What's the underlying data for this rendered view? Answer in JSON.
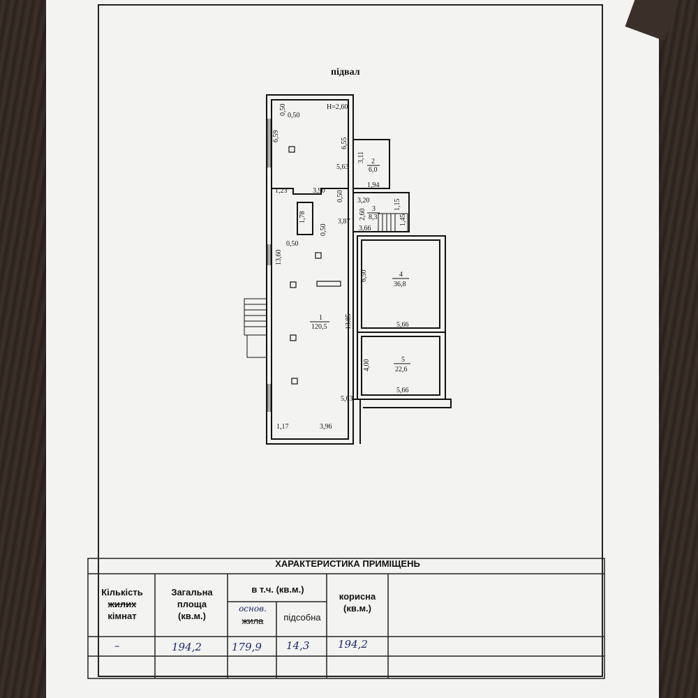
{
  "plan": {
    "title": "підвал",
    "dims": {
      "h": "H=2,60",
      "d050a": "0,50",
      "d050b": "0,50",
      "d659": "6,59",
      "d655": "6,55",
      "d563a": "5,63",
      "d311": "3,11",
      "d194": "1,94",
      "d123": "1,23",
      "d390": "3,90",
      "d050c": "0,50",
      "d178": "1,78",
      "d320": "3,20",
      "d115": "1,15",
      "d260": "2,60",
      "d387": "3,87",
      "d050d": "0,50",
      "d366": "3,66",
      "d050e": "0,50",
      "d1360": "13,60",
      "d650": "6,50",
      "d566a": "5,66",
      "d1385": "13.85",
      "d400": "4,00",
      "d566b": "5,66",
      "d563b": "5,63",
      "d117": "1,17",
      "d396": "3,96",
      "d145": "1,45"
    },
    "rooms": [
      {
        "num": "1",
        "area": "120,5"
      },
      {
        "num": "2",
        "area": "6,0"
      },
      {
        "num": "3",
        "area": "8,3"
      },
      {
        "num": "4",
        "area": "36,8"
      },
      {
        "num": "5",
        "area": "22,6"
      }
    ]
  },
  "table": {
    "title": "ХАРАКТЕРИСТИКА ПРИМІЩЕНЬ",
    "col1_line1": "Кількість",
    "col1_line2": "жилих",
    "col1_line3": "кімнат",
    "col2_line1": "Загальна",
    "col2_line2": "площа",
    "col2_line3": "(кв.м.)",
    "group_header": "в т.ч. (кв.м.)",
    "sub1_hand": "основ.",
    "sub1_struck": "жила",
    "sub2": "підсобна",
    "col5_line1": "корисна",
    "col5_line2": "(кв.м.)",
    "row": {
      "rooms": "–",
      "total": "194,2",
      "main": "179,9",
      "aux": "14,3",
      "useful": "194,2"
    }
  }
}
